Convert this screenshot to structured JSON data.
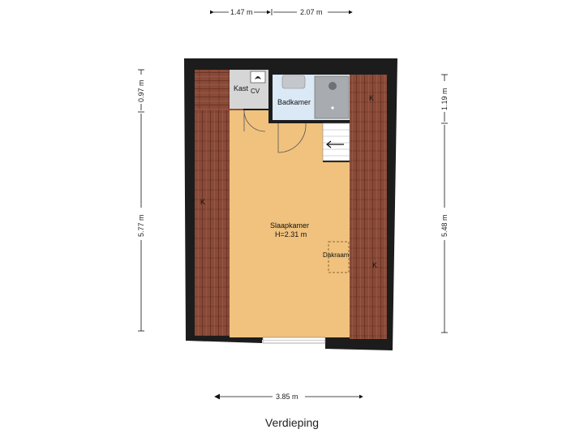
{
  "floor_name": "Verdieping",
  "dimensions": {
    "top_left": "1.47 m",
    "top_right": "2.07 m",
    "bottom": "3.85 m",
    "left_upper": "0.97 m",
    "left_lower": "5.77 m",
    "right_upper": "1.19 m",
    "right_lower": "5.48 m"
  },
  "rooms": {
    "slaapkamer_name": "Slaapkamer",
    "slaapkamer_height": "H=2.31 m",
    "badkamer": "Badkamer",
    "kast": "Kast",
    "cv": "CV",
    "dakraam": "Dakraam"
  },
  "markers": {
    "left_knee_wall": "K",
    "right_knee_wall_upper": "K",
    "right_knee_wall_lower": "K"
  },
  "colors": {
    "wall": "#1c1c1c",
    "floor": "#f0c27e",
    "roof_tiles": "#8a4a38",
    "bathroom": "#dbe8f5",
    "kast": "#d6d6d6"
  }
}
